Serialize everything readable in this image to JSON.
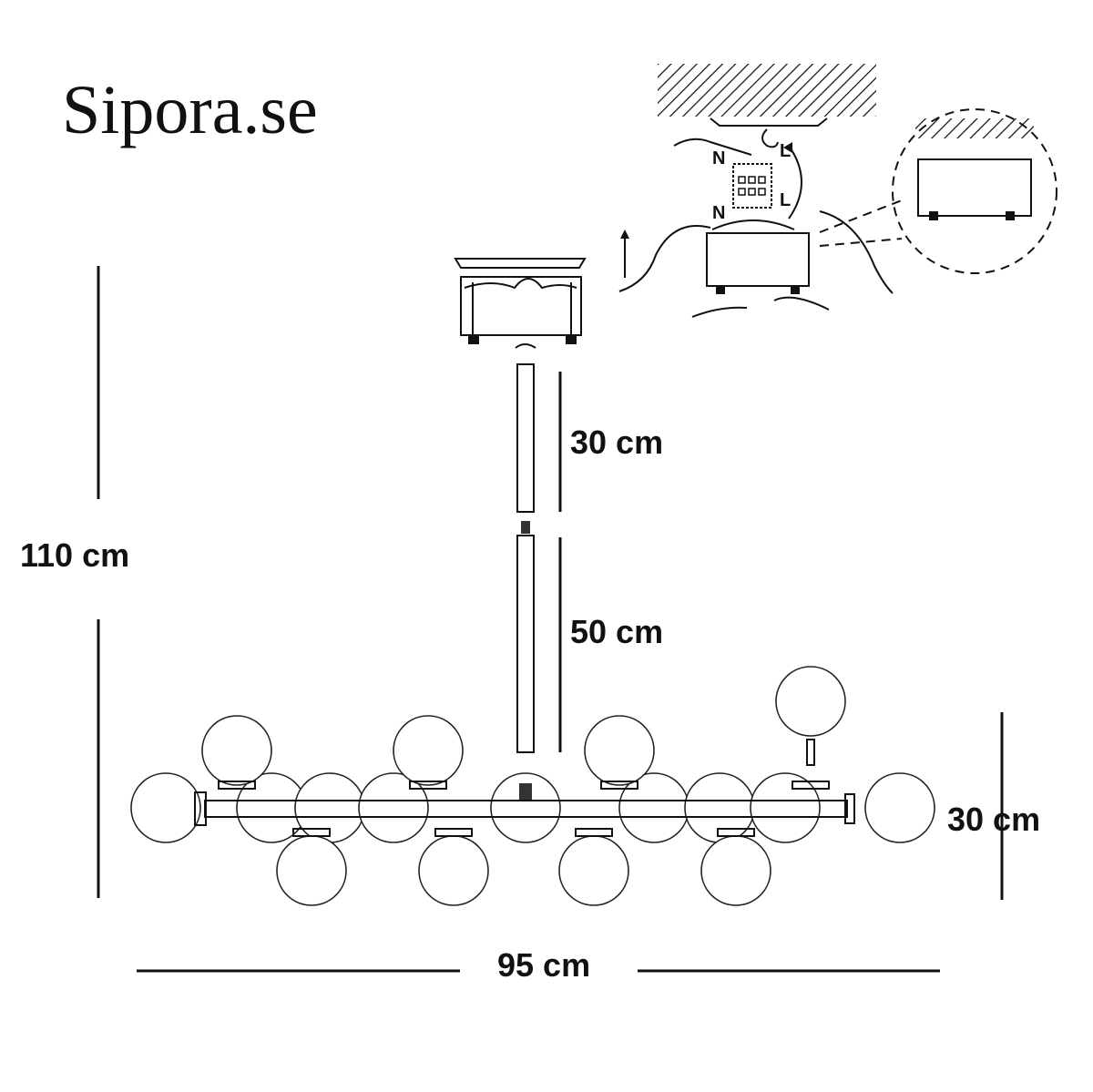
{
  "brand": "Sipora.se",
  "dimensions": {
    "total_height": "110 cm",
    "rod_upper": "30 cm",
    "rod_lower": "50 cm",
    "fixture_height": "30 cm",
    "width": "95 cm"
  },
  "wiring_labels": {
    "n_top": "N",
    "l_top": "L",
    "n_bottom": "N",
    "l_bottom": "L"
  }
}
